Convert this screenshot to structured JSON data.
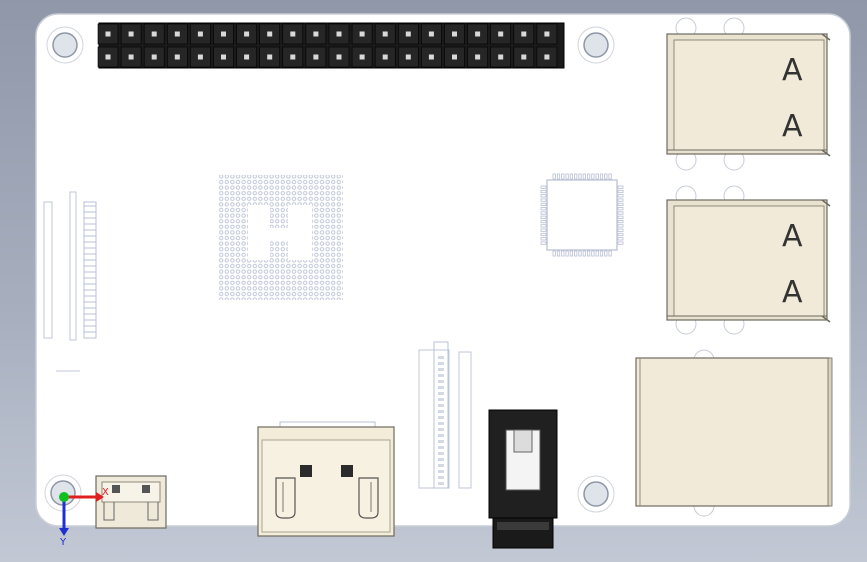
{
  "viewport": {
    "background_top": "#8f97a9",
    "background_bottom": "#c2c8d4"
  },
  "board": {
    "color": "#ffffff",
    "outline": "#c9ced8",
    "hole_fill": "#dfe3ea",
    "hole_ring": "#9aa1ae"
  },
  "components": {
    "gpio_header": {
      "pins_per_row": 20,
      "rows": 2,
      "body_color": "#1a1a1a",
      "pin_color": "#d9d9d9"
    },
    "usb_ports": {
      "count": 2,
      "body_color": "#f1ead8",
      "shell_color": "#e8e2cf"
    },
    "ethernet_port": {
      "body_color": "#f1ead8"
    },
    "hdmi_port": {
      "body_color": "#f3ecd9",
      "inner_color": "#2b2b2b"
    },
    "micro_usb_port": {
      "body_color": "#efe9d9"
    },
    "audio_jack": {
      "body_color": "#202020",
      "inner_color": "#f4f4f4"
    },
    "bga_chip": {
      "pad_color": "#c7cde0"
    },
    "qfn_chip": {
      "pad_color": "#c7cde0"
    }
  },
  "triad": {
    "x_label": "X",
    "y_label": "Y",
    "x_color": "#e02020",
    "y_color": "#2030d0",
    "origin_color": "#10c020"
  }
}
